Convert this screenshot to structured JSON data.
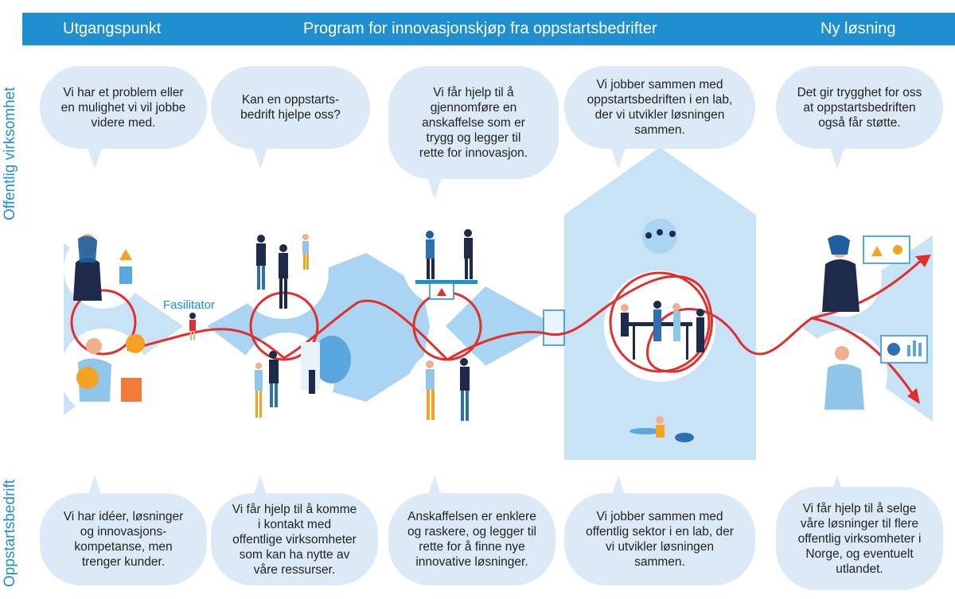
{
  "header": {
    "left": "Utgangspunkt",
    "center": "Program for innovasjonskjøp fra oppstartsbedrifter",
    "right": "Ny løsning"
  },
  "side_labels": {
    "top": "Offentlig virksomhet",
    "bottom": "Oppstartsbedrift"
  },
  "facilitator": "Fasilitator",
  "top_bubbles": [
    "Vi har et problem eller\nen mulighet vi vil jobbe\nvidere med.",
    "Kan en oppstarts-\nbedrift hjelpe oss?",
    "Vi får hjelp til å\ngjennomføre en\nanskaffelse som er\ntrygg og legger til\nrette for innovasjon.",
    "Vi jobber sammen med\noppstartsbedriften i en lab,\nder vi utvikler løsningen\nsammen.",
    "Det gir trygghet for oss\nat oppstartsbedriften\nogså får støtte."
  ],
  "bottom_bubbles": [
    "Vi har idéer, løsninger\nog innovasjons-\nkompetanse, men\ntrenger kunder.",
    "Vi får hjelp til å komme\ni kontakt med\noffentlige virksomheter\nsom kan ha nytte av\nvåre ressurser.",
    "Anskaffelsen er enklere\nog raskere, og legger til\nrette for å finne nye\ninnovative løsninger.",
    "Vi jobber sammen med\noffentlig sektor i en lab, der\nvi utvikler løsningen\nsammen.",
    "Vi får hjelp til å selge\nvåre løsninger til flere\noffentlig virksomheter i\nNorge, og eventuelt\nutlandet."
  ],
  "colors": {
    "brand_blue": "#1f8fcf",
    "light_blue": "#c8e2f6",
    "bubble": "#dbeaf6",
    "path_red": "#e0302e",
    "person_navy": "#1e2a4a",
    "accent_orange": "#f4a224"
  }
}
